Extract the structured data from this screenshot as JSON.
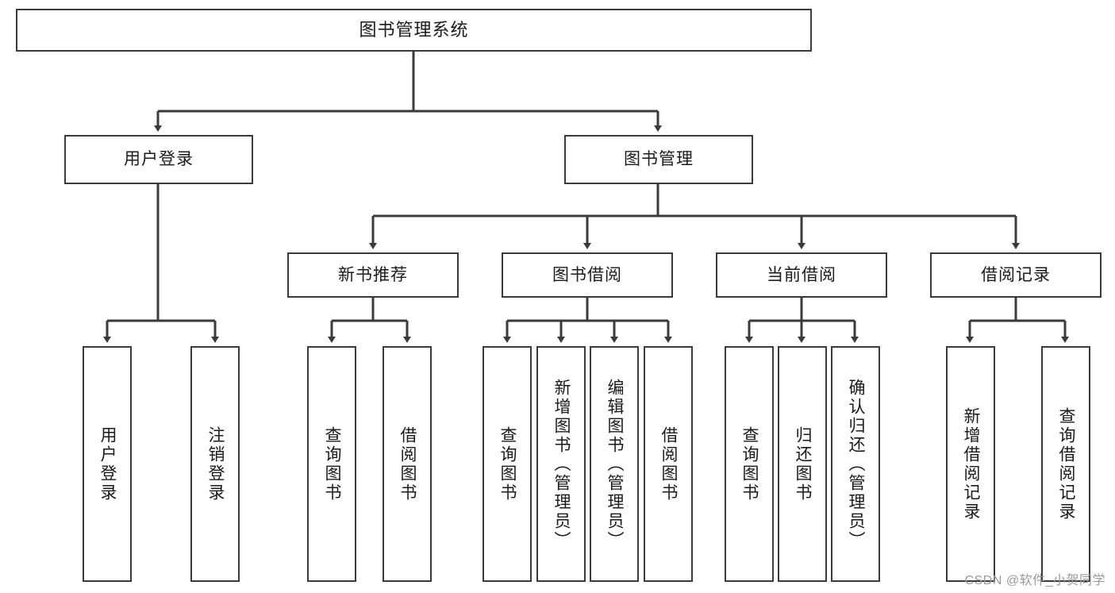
{
  "diagram": {
    "type": "tree-hierarchy-chart",
    "title": "图书管理系统",
    "line_color": "#3a3a3a",
    "box_fill": "#ffffff",
    "text_color": "#1a1a1a"
  },
  "root": {
    "label": "图书管理系统"
  },
  "level2": [
    {
      "label": "用户登录"
    },
    {
      "label": "图书管理"
    }
  ],
  "level3": [
    {
      "label": "新书推荐"
    },
    {
      "label": "图书借阅"
    },
    {
      "label": "当前借阅"
    },
    {
      "label": "借阅记录"
    }
  ],
  "leaves": {
    "user_login": [
      {
        "label": "用户登录"
      },
      {
        "label": "注销登录"
      }
    ],
    "new_book_recommend": [
      {
        "label": "查询图书"
      },
      {
        "label": "借阅图书"
      }
    ],
    "book_borrow": [
      {
        "label": "查询图书"
      },
      {
        "label": "新增图书（管理员）"
      },
      {
        "label": "编辑图书（管理员）"
      },
      {
        "label": "借阅图书"
      }
    ],
    "current_borrow": [
      {
        "label": "查询图书"
      },
      {
        "label": "归还图书"
      },
      {
        "label": "确认归还（管理员）"
      }
    ],
    "borrow_record": [
      {
        "label": "新增借阅记录"
      },
      {
        "label": "查询借阅记录"
      }
    ]
  },
  "watermark": {
    "text": "CSDN @软件_小贺同学"
  }
}
